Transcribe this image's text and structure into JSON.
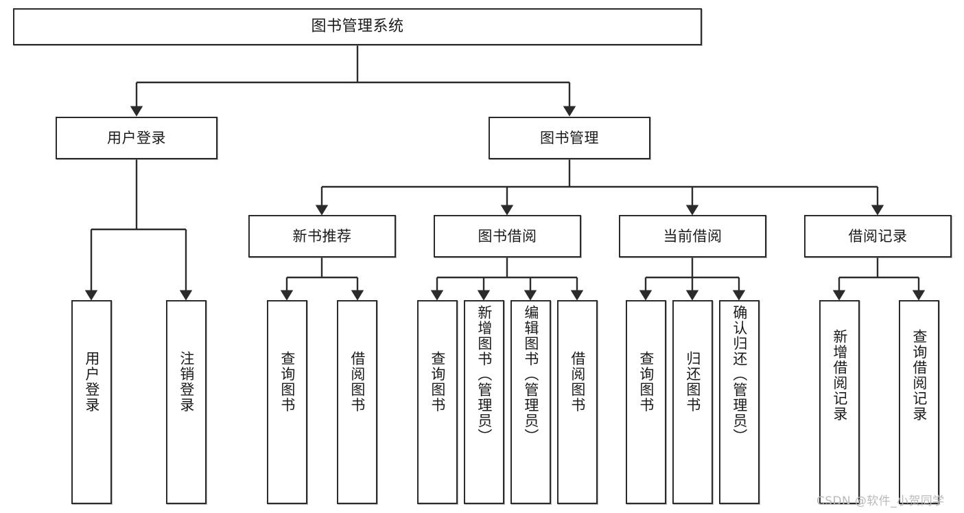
{
  "diagram": {
    "title": "图书管理系统",
    "type": "hierarchy-tree",
    "watermark": "CSDN @软件_小贺同学",
    "colors": {
      "node_border": "#2b2b2b",
      "node_fill": "#ffffff",
      "edge": "#2b2b2b",
      "watermark": "#b9b9b9",
      "background": "#ffffff"
    }
  },
  "nodes": {
    "root": {
      "label": "图书管理系统",
      "level": 0
    },
    "level1": [
      {
        "id": "user-login",
        "label": "用户登录",
        "level": 1
      },
      {
        "id": "book-manage",
        "label": "图书管理",
        "level": 1
      }
    ],
    "level2": [
      {
        "id": "new-book-recommend",
        "label": "新书推荐",
        "level": 2,
        "parent": "book-manage"
      },
      {
        "id": "book-borrow",
        "label": "图书借阅",
        "level": 2,
        "parent": "book-manage"
      },
      {
        "id": "current-borrow",
        "label": "当前借阅",
        "level": 2,
        "parent": "book-manage"
      },
      {
        "id": "borrow-record",
        "label": "借阅记录",
        "level": 2,
        "parent": "book-manage"
      }
    ],
    "leaves": [
      {
        "id": "leaf-user-login",
        "label": "用户登录",
        "parent": "user-login"
      },
      {
        "id": "leaf-logout",
        "label": "注销登录",
        "parent": "user-login"
      },
      {
        "id": "leaf-query-book-1",
        "label": "查询图书",
        "parent": "new-book-recommend"
      },
      {
        "id": "leaf-borrow-book-1",
        "label": "借阅图书",
        "parent": "new-book-recommend"
      },
      {
        "id": "leaf-query-book-2",
        "label": "查询图书",
        "parent": "book-borrow"
      },
      {
        "id": "leaf-add-book",
        "label": "新增图书（管理员）",
        "parent": "book-borrow"
      },
      {
        "id": "leaf-edit-book",
        "label": "编辑图书（管理员）",
        "parent": "book-borrow"
      },
      {
        "id": "leaf-borrow-book-2",
        "label": "借阅图书",
        "parent": "book-borrow"
      },
      {
        "id": "leaf-query-book-3",
        "label": "查询图书",
        "parent": "current-borrow"
      },
      {
        "id": "leaf-return-book",
        "label": "归还图书",
        "parent": "current-borrow"
      },
      {
        "id": "leaf-confirm-return",
        "label": "确认归还（管理员）",
        "parent": "current-borrow"
      },
      {
        "id": "leaf-add-record",
        "label": "新增借阅记录",
        "parent": "borrow-record"
      },
      {
        "id": "leaf-query-record",
        "label": "查询借阅记录",
        "parent": "borrow-record"
      }
    ]
  }
}
